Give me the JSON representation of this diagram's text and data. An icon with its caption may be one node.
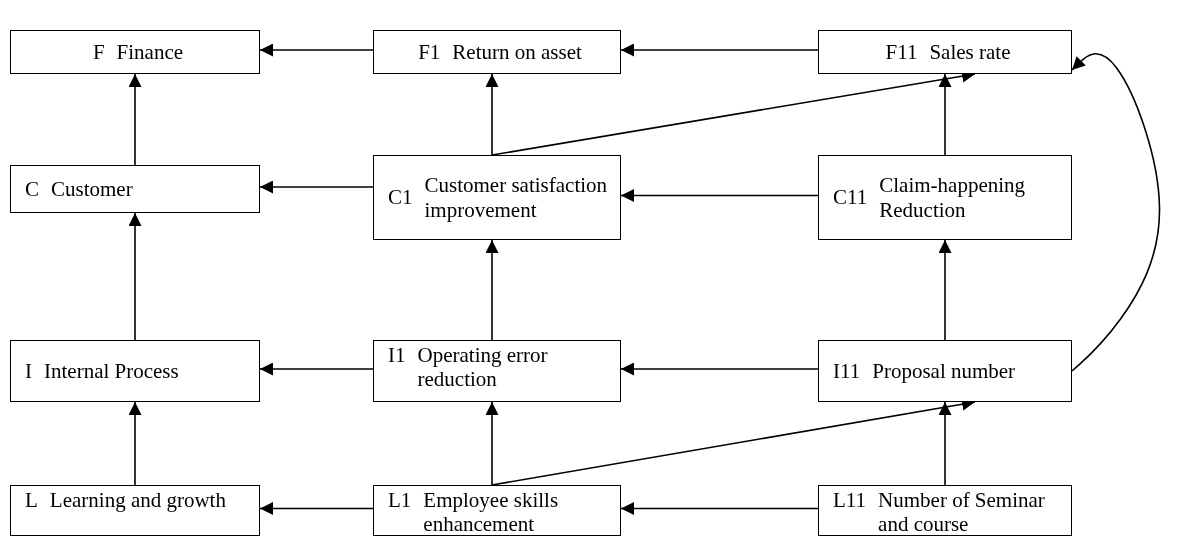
{
  "diagram": {
    "nodes": [
      {
        "text": [
          "F",
          "Finance"
        ]
      },
      {
        "text": [
          "F1",
          "Return on asset"
        ]
      },
      {
        "text": [
          "F11",
          "Sales rate"
        ]
      },
      {
        "text": [
          "C",
          "Customer"
        ]
      },
      {
        "text": [
          "C1",
          "Customer satisfaction improvement"
        ]
      },
      {
        "text": [
          "C11",
          "Claim-happening Reduction"
        ]
      },
      {
        "text": [
          "I",
          "Internal Process"
        ]
      },
      {
        "text": [
          "I1",
          "Operating error reduction"
        ]
      },
      {
        "text": [
          "I11",
          "Proposal number"
        ]
      },
      {
        "text": [
          "L",
          "Learning and growth"
        ]
      },
      {
        "text": [
          "L1",
          "Employee skills enhancement"
        ]
      },
      {
        "text": [
          "L11",
          "Number of Seminar and course"
        ]
      }
    ],
    "edges": [
      {
        "from": 1,
        "to": 0,
        "arrow": "to"
      },
      {
        "from": 2,
        "to": 1,
        "arrow": "to"
      },
      {
        "from": 3,
        "to": 0,
        "arrow": "to"
      },
      {
        "from": 4,
        "to": 1,
        "arrow": "to"
      },
      {
        "from": 4,
        "to": 2,
        "arrow": "to"
      },
      {
        "from": 5,
        "to": 2,
        "arrow": "to"
      },
      {
        "from": 4,
        "to": 3,
        "arrow": "to"
      },
      {
        "from": 5,
        "to": 4,
        "arrow": "to"
      },
      {
        "from": 6,
        "to": 3,
        "arrow": "to"
      },
      {
        "from": 7,
        "to": 4,
        "arrow": "to"
      },
      {
        "from": 8,
        "to": 5,
        "arrow": "to"
      },
      {
        "from": 8,
        "to": 2,
        "arrow": "to"
      },
      {
        "from": 7,
        "to": 6,
        "arrow": "to"
      },
      {
        "from": 8,
        "to": 7,
        "arrow": "to"
      },
      {
        "from": 9,
        "to": 6,
        "arrow": "to"
      },
      {
        "from": 10,
        "to": 7,
        "arrow": "to"
      },
      {
        "from": 10,
        "to": 8,
        "arrow": "to"
      },
      {
        "from": 11,
        "to": 8,
        "arrow": "to"
      },
      {
        "from": 10,
        "to": 9,
        "arrow": "to"
      },
      {
        "from": 11,
        "to": 10,
        "arrow": "to"
      }
    ]
  }
}
